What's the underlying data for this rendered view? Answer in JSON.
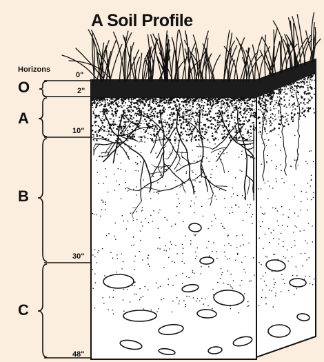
{
  "title": "A Soil Profile",
  "horizons_label": "Horizons",
  "horizons": [
    {
      "letter": "O"
    },
    {
      "letter": "A"
    },
    {
      "letter": "B"
    },
    {
      "letter": "C"
    }
  ],
  "depth_marks": [
    "0\"",
    "2\"",
    "10\"",
    "30\"",
    "48\""
  ],
  "colors": {
    "background": "#fbeede",
    "ink": "#111111",
    "soil_block": "#ffffff"
  }
}
